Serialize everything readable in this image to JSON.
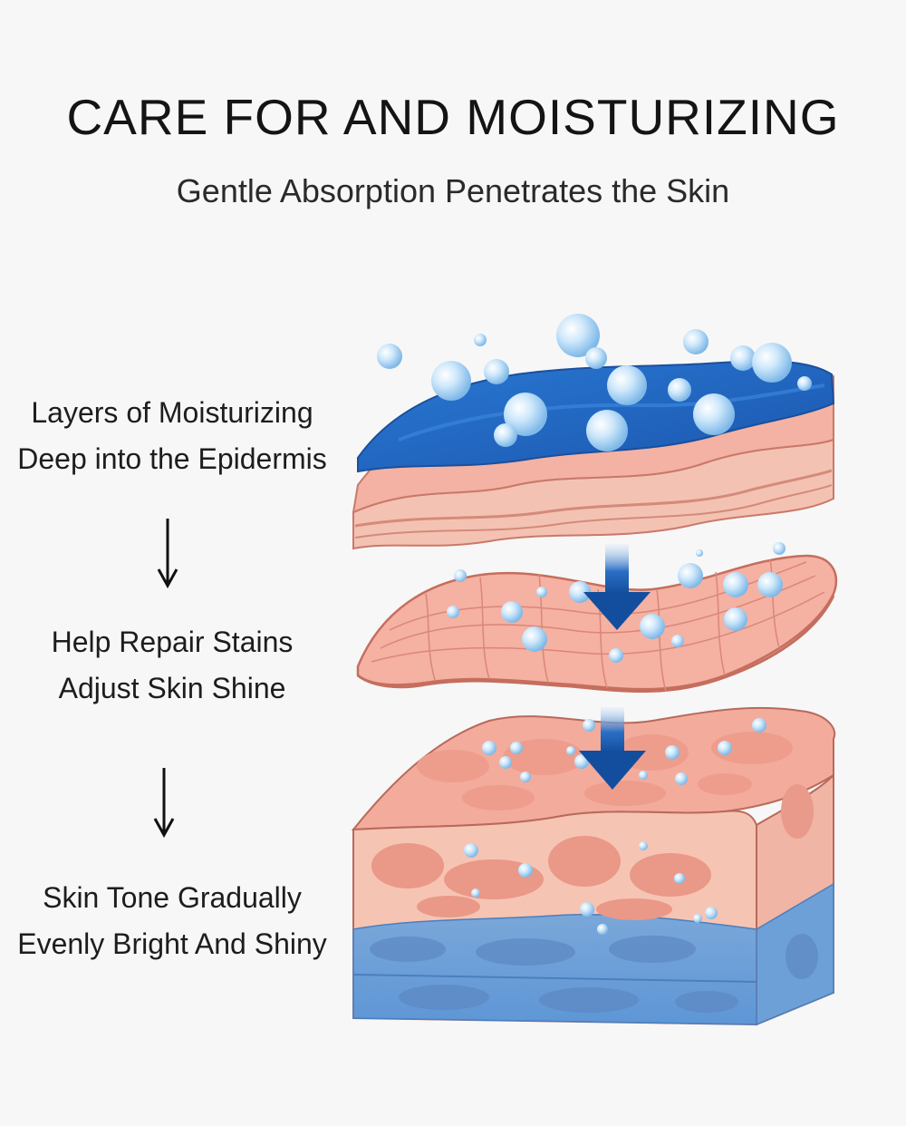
{
  "header": {
    "title": "CARE FOR AND MOISTURIZING",
    "subtitle": "Gentle Absorption Penetrates the Skin"
  },
  "steps": [
    {
      "line1": "Layers of Moisturizing",
      "line2": "Deep into the Epidermis"
    },
    {
      "line1": "Help Repair Stains",
      "line2": "Adjust Skin Shine"
    },
    {
      "line1": "Skin Tone Gradually",
      "line2": "Evenly Bright And Shiny"
    }
  ],
  "icons": {
    "step_arrows": "down-arrow-icon",
    "flow_arrows": "blue-down-arrow-icon",
    "droplets": "water-bubble-icon"
  },
  "colors": {
    "background": "#f7f7f7",
    "text": "#1d1d1d",
    "moisture_blue": "#1f5fb5",
    "skin_pink": "#f2a99a",
    "skin_light": "#f8cbbd",
    "deep_blue": "#6b9fd6",
    "arrow_blue": "#1a56b0"
  }
}
